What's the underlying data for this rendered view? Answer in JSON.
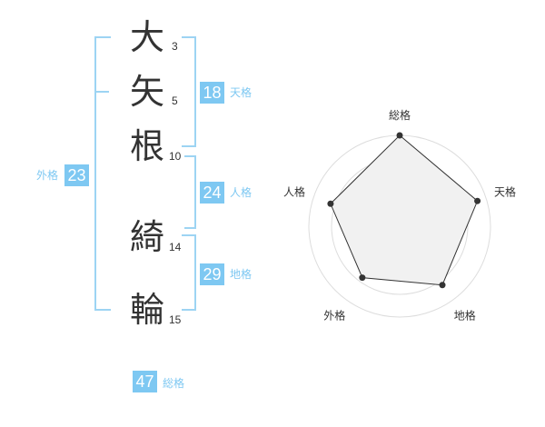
{
  "name_chars": [
    {
      "char": "大",
      "strokes": "3"
    },
    {
      "char": "矢",
      "strokes": "5"
    },
    {
      "char": "根",
      "strokes": "10"
    },
    {
      "char": "綺",
      "strokes": "14"
    },
    {
      "char": "輪",
      "strokes": "15"
    }
  ],
  "kaku": {
    "tenkaku": {
      "value": "18",
      "label": "天格"
    },
    "jinkaku": {
      "value": "24",
      "label": "人格"
    },
    "chikaku": {
      "value": "29",
      "label": "地格"
    },
    "gaikaku": {
      "value": "23",
      "label": "外格"
    },
    "soukaku": {
      "value": "47",
      "label": "総格"
    }
  },
  "colors": {
    "accent": "#7ec8f2",
    "bracket": "#9dd4f3",
    "text": "#333333"
  },
  "chart_data": {
    "type": "radar",
    "axes": [
      "総格",
      "天格",
      "地格",
      "外格",
      "人格"
    ],
    "values": [
      1.0,
      0.9,
      0.8,
      0.7,
      0.8
    ],
    "rings": 4,
    "range": [
      0,
      1
    ]
  }
}
